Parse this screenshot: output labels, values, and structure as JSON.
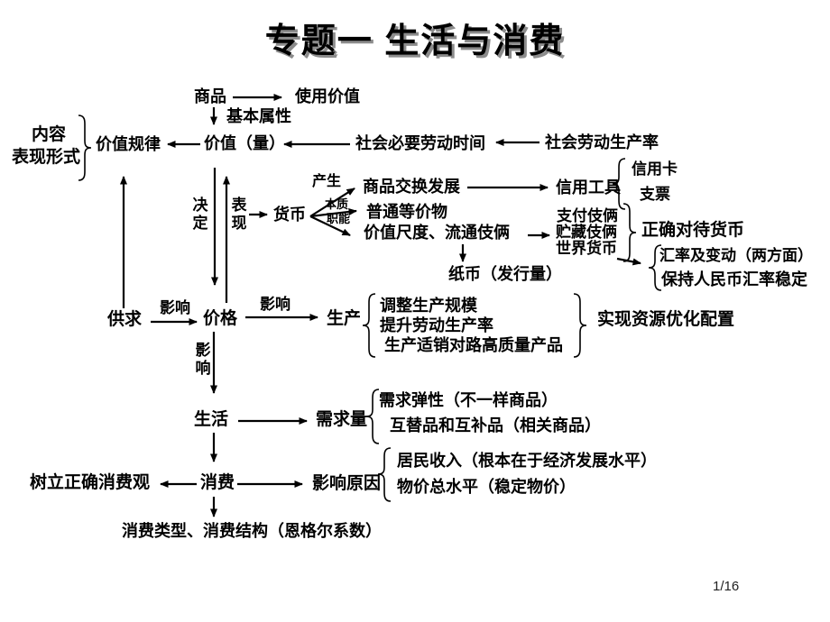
{
  "slide": {
    "title": "专题一  生活与消费",
    "page_number": "1/16"
  },
  "nodes": {
    "shangpin": "商品",
    "shiyong_jiazhi": "使用价值",
    "jiben_shuxing": "基本属性",
    "neirong": "内容",
    "biaoxian_xingshi": "表现形式",
    "jiazhi_guilv": "价值规律",
    "jiazhi_liang": "价值（量）",
    "shehui_biyao_laodong_shijian": "社会必要劳动时间",
    "shehui_laodong_shengchanlv": "社会劳动生产率",
    "shangpin_jiaohuan_fazhan": "商品交换发展",
    "xinyong_gongju": "信用工具",
    "xinyongka": "信用卡",
    "zhipiao": "支票",
    "huobi": "货币",
    "putong_dengjiawu": "普通等价物",
    "jiazhi_chidu_liutong": "价值尺度、流通伎俩",
    "zhifu_shouduan": "支付伎俩",
    "zhucang_shouduan": "贮藏伎俩",
    "shijie_huobi": "世界货币",
    "zhengque_duidai_huobi": "正确对待货币",
    "huilv_biandong": "汇率及变动（两方面）",
    "baochi_huilv_wending": "保持人民币汇率稳定",
    "zhibi_faxingliang": "纸币（发行量）",
    "gongqiu": "供求",
    "jiage": "价格",
    "shengchan": "生产",
    "tiaozheng_guimo": "调整生产规模",
    "tisheng_shengchanlv": "提升劳动生产率",
    "shixiao_duilu": "生产适销对路高质量产品",
    "shixian_ziyuan_youhua": "实现资源优化配置",
    "shenghuo": "生活",
    "xuqiuliang": "需求量",
    "xuqiu_tanxing": "需求弹性（不一样商品）",
    "hutipin_hubupin": "互替品和互补品（相关商品）",
    "shuli_xiaofeiguan": "树立正确消费观",
    "xiaofei": "消费",
    "yingxiang_yuanyin": "影响原因",
    "jumin_shouru": "居民收入（根本在于经济发展水平）",
    "wujia_zongshuiping": "物价总水平（稳定物价）",
    "xiaofei_leixing_jiegou": "消费类型、消费结构（恩格尔系数）"
  },
  "edge_labels": {
    "chansheng": "产生",
    "benzhi": "本质",
    "zhineng": "职能",
    "jueding": "决定",
    "biaoxian": "表现",
    "yingxiang_1": "影响",
    "yingxiang_2": "影响",
    "yingxiang_3": "影响"
  }
}
